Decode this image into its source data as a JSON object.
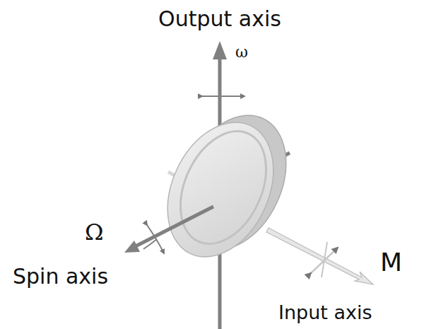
{
  "diagram": {
    "labels": [
      "Output axis",
      "ω",
      "Ω",
      "Spin axis",
      "M",
      "Input axis"
    ]
  }
}
